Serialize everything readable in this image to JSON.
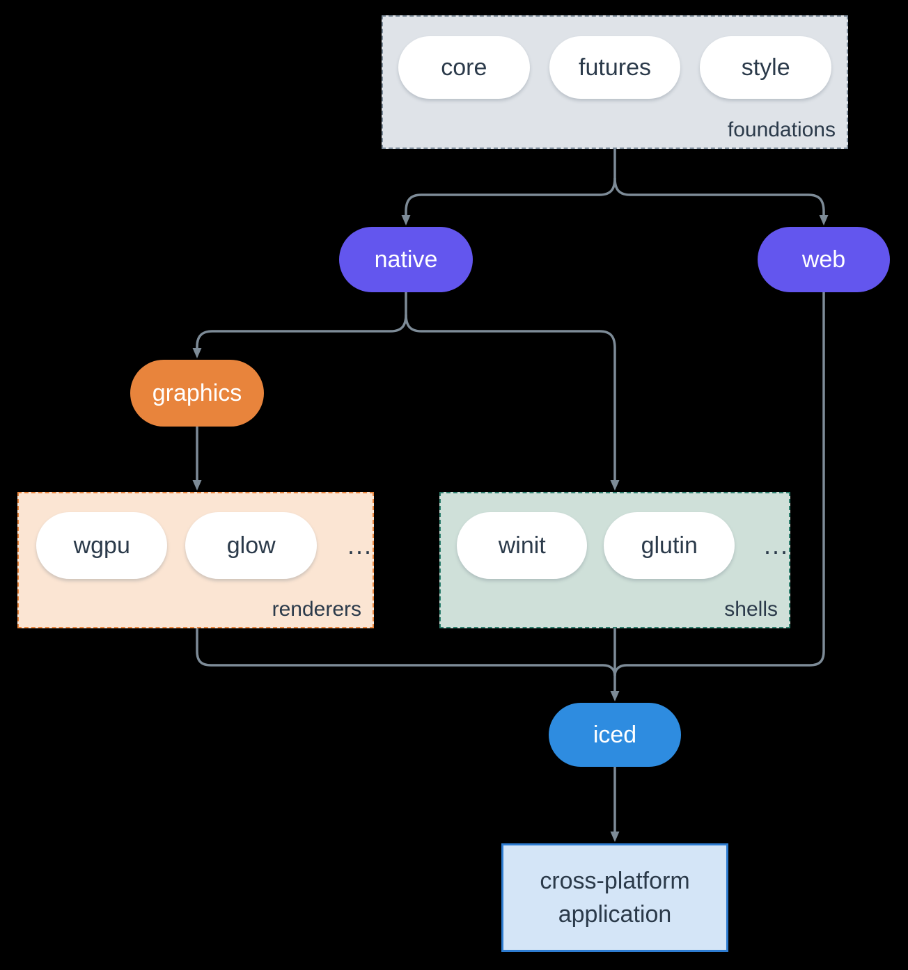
{
  "colors": {
    "background": "#000000",
    "dark_text": "#2b3a4a",
    "white_text": "#ffffff"
  },
  "edges": {
    "color": "#7d8b97"
  },
  "clusters": {
    "foundations": {
      "label": "foundations",
      "fill": "#dfe3e8",
      "border": "#7c8b99",
      "items": [
        "core",
        "futures",
        "style"
      ]
    },
    "renderers": {
      "label": "renderers",
      "fill": "#fbe5d3",
      "border": "#e8843c",
      "items": [
        "wgpu",
        "glow"
      ],
      "ellipsis": "..."
    },
    "shells": {
      "label": "shells",
      "fill": "#cfe0d9",
      "border": "#2e7f6e",
      "items": [
        "winit",
        "glutin"
      ],
      "ellipsis": "..."
    }
  },
  "nodes": {
    "native": {
      "label": "native",
      "fill": "#6356ee"
    },
    "web": {
      "label": "web",
      "fill": "#6356ee"
    },
    "graphics": {
      "label": "graphics",
      "fill": "#e8843c"
    },
    "iced": {
      "label": "iced",
      "fill": "#2e8ce0"
    },
    "application": {
      "label_line1": "cross-platform",
      "label_line2": "application",
      "fill": "#d4e5f7",
      "border": "#2e7cd0"
    }
  }
}
